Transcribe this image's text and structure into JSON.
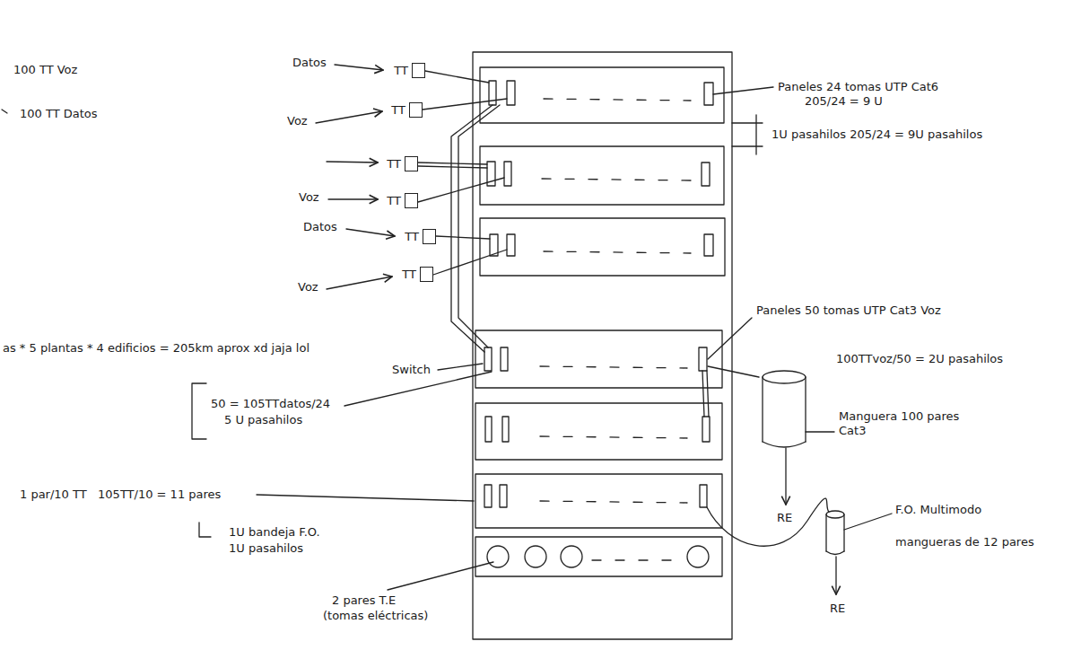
{
  "diagram": {
    "nodes": [
      {
        "text": [
          "TT"
        ]
      },
      {
        "text": [
          "TT"
        ]
      },
      {
        "text": [
          "TT"
        ]
      },
      {
        "text": [
          "TT"
        ]
      },
      {
        "text": [
          "TT"
        ]
      },
      {
        "text": [
          "TT"
        ]
      }
    ],
    "labels": [
      "100 TT Voz",
      "100 TT Datos",
      "Datos",
      "Voz",
      "Voz",
      "Datos",
      "Voz",
      "Paneles 24 tomas UTP Cat6",
      "205/24 = 9 U",
      "1U pasahilos 205/24 = 9U pasahilos",
      "Paneles 50 tomas UTP Cat3 Voz",
      "100TTvoz/50 = 2U pasahilos",
      "as * 5 plantas * 4 edificios = 205km aprox xd jaja lol",
      "Switch",
      "50 = 105TTdatos/24",
      "5 U pasahilos",
      "Manguera 100 pares Cat3",
      "RE",
      "1 par/10 TT   105TT/10 = 11 pares",
      "1U bandeja F.O.",
      "1U pasahilos",
      "F.O. Multimodo",
      "mangueras de 12 pares",
      "2 pares T.E",
      "(tomas eléctricas)",
      "RE"
    ]
  }
}
